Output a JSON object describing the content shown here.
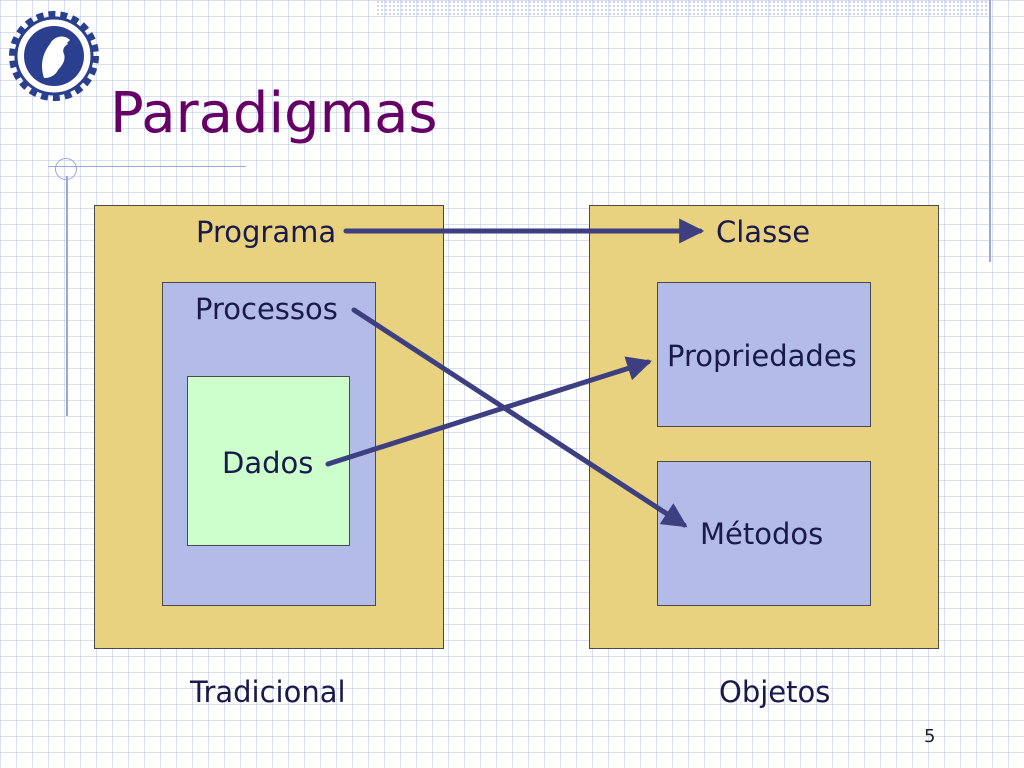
{
  "slide": {
    "title": "Paradigmas",
    "page_number": "5"
  },
  "left": {
    "outer_label": "Programa",
    "middle_label": "Processos",
    "inner_label": "Dados",
    "caption": "Tradicional"
  },
  "right": {
    "outer_label": "Classe",
    "box1_label": "Propriedades",
    "box2_label": "Métodos",
    "caption": "Objetos"
  },
  "colors": {
    "title": "#660066",
    "gold_box": "#e8d27f",
    "blue_box": "#b3bce9",
    "green_box": "#ccffcc",
    "arrow": "#3d3f80"
  },
  "icons": {
    "logo": "gear-emblem-icon"
  }
}
